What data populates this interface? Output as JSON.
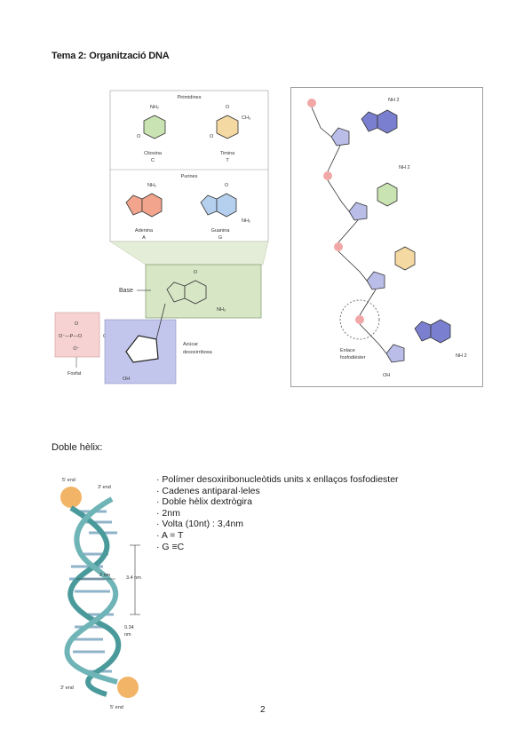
{
  "heading": "Tema 2: Organització DNA",
  "section_title": "Doble hèlix:",
  "page_number": "2",
  "nucleotide_figure": {
    "pyrimidines_label": "Pirimidines",
    "purines_label": "Purines",
    "cytosine": "Citosina",
    "cytosine_letter": "C",
    "thymine": "Timina",
    "thymine_letter": "T",
    "adenine": "Adenina",
    "adenine_letter": "A",
    "guanine": "Guanina",
    "guanine_letter": "G",
    "base_label": "Base",
    "phosphate_label": "Fosfat",
    "sugar_label_1": "Azúcar",
    "sugar_label_2": "desoxirribosa",
    "nh2": "NH₂",
    "oh": "OH"
  },
  "chain_figure": {
    "bond_label_1": "Enlace",
    "bond_label_2": "fosfodiéster",
    "nh2": "NH 2",
    "oh": "OH"
  },
  "helix_figure": {
    "five_end": "5' end",
    "three_end": "3' end",
    "width": "2 nm",
    "turn": "3.4 nm",
    "rise": "0.34",
    "rise_unit": "nm"
  },
  "bullets": [
    "Polímer desoxiribonucleòtids units x enllaços fosfodiester",
    "Cadenes antiparal·leles",
    "Doble hèlix dextrògira",
    "2nm",
    "Volta (10nt) : 3,4nm",
    "A = T",
    "G ≡C"
  ],
  "colors": {
    "cytosine_fill": "#c9e4b2",
    "thymine_fill": "#f5d9a3",
    "adenine_fill": "#f2a48c",
    "adenine_fill_2": "#7b7fd0",
    "guanine_fill": "#b5d0ee",
    "phosphate_fill": "#f7d2d2",
    "sugar_fill": "#c3c6ec",
    "base_box": "#d7e6c5",
    "helix_strand": "#4a9a9c",
    "phosphate_ball": "#f2b467"
  }
}
